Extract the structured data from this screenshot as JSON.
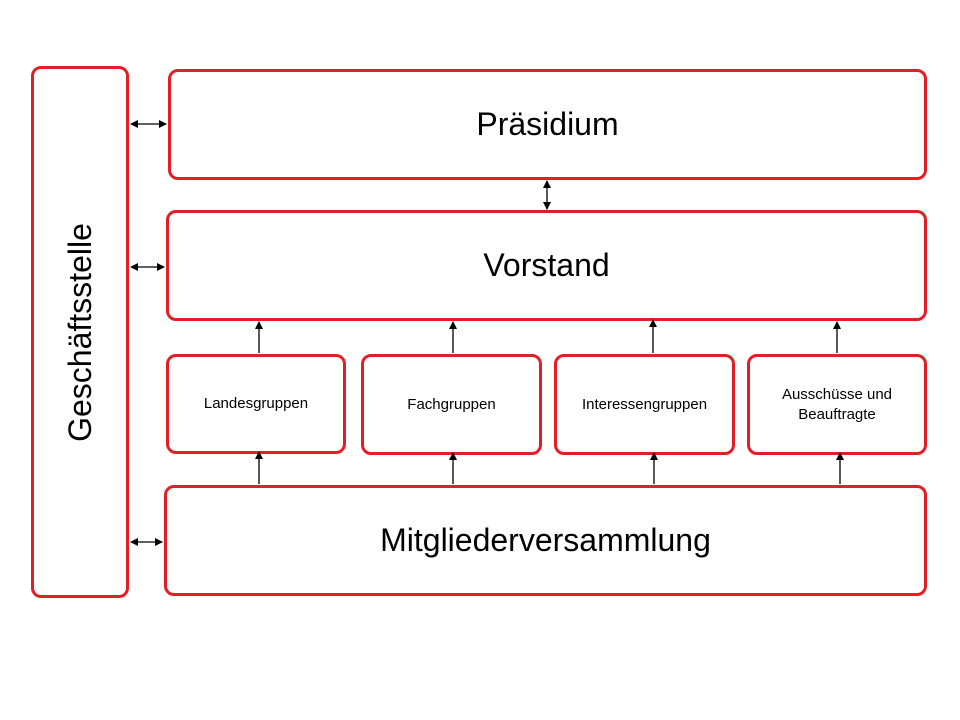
{
  "diagram": {
    "side_box": {
      "label": "Geschäftsstelle"
    },
    "top_box": {
      "label": "Präsidium"
    },
    "middle_box": {
      "label": "Vorstand"
    },
    "groups": [
      {
        "label": "Landesgruppen"
      },
      {
        "label": "Fachgruppen"
      },
      {
        "label": "Interessengruppen"
      },
      {
        "label": "Ausschüsse und Beauftragte"
      }
    ],
    "bottom_box": {
      "label": "Mitgliederversammlung"
    },
    "colors": {
      "box_border": "#e31e24",
      "arrow": "#000000",
      "text": "#000000"
    }
  }
}
